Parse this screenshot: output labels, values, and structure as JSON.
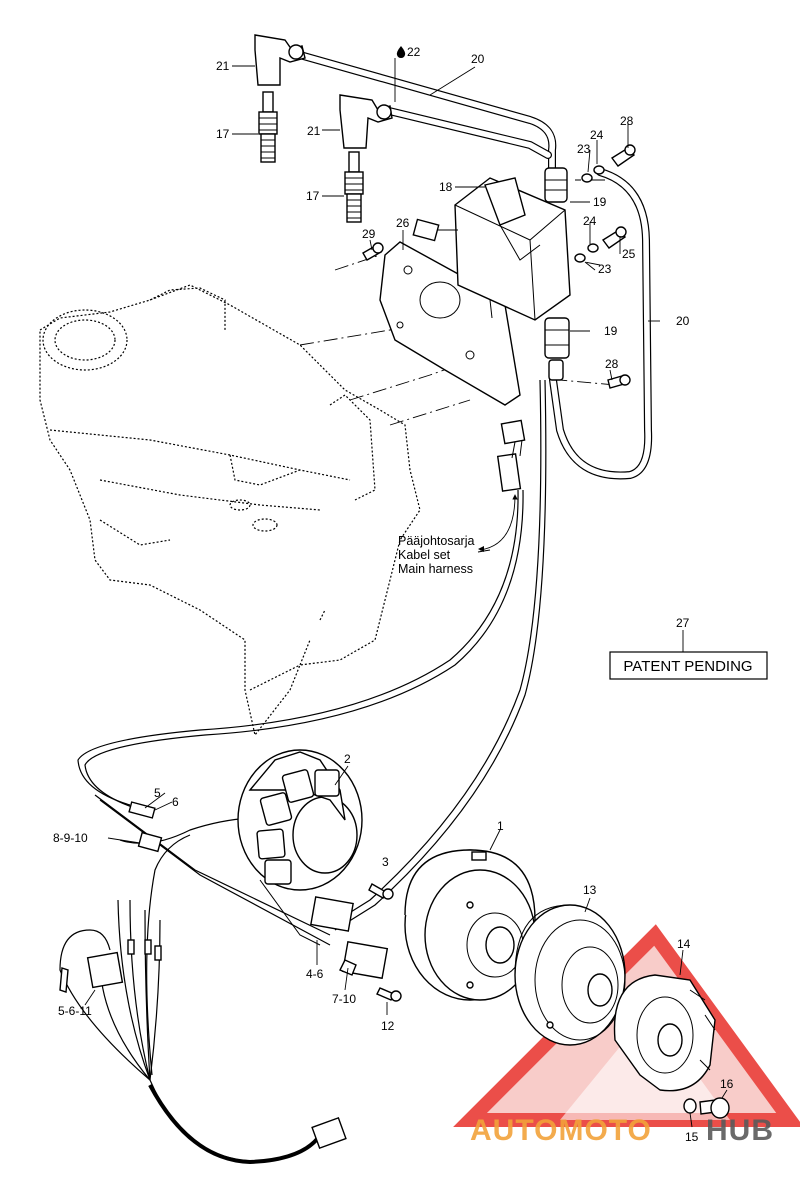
{
  "callouts": {
    "c1": "1",
    "c2": "2",
    "c3": "3",
    "c4_6": "4-6",
    "c5": "5",
    "c5_6_11": "5-6-11",
    "c6": "6",
    "c7_10": "7-10",
    "c8_9_10": "8-9-10",
    "c12": "12",
    "c13": "13",
    "c14": "14",
    "c15": "15",
    "c16": "16",
    "c17a": "17",
    "c17b": "17",
    "c18": "18",
    "c19a": "19",
    "c19b": "19",
    "c20a": "20",
    "c20b": "20",
    "c21a": "21",
    "c21b": "21",
    "c22": "22",
    "c23a": "23",
    "c23b": "23",
    "c24a": "24",
    "c24b": "24",
    "c26": "26",
    "c27": "27",
    "c28a": "28",
    "c28b": "28",
    "c29": "29"
  },
  "harness_label": {
    "line1": "Pääjohtosarja",
    "line2": "Kabel set",
    "line3": "Main harness"
  },
  "patent_box": "PATENT PENDING",
  "watermark": {
    "part1": "AUTOMOTO",
    "part2": "HUB",
    "color_red": "#e8302a",
    "color_orange": "#f2a23a",
    "color_gray": "#5a5a5a"
  },
  "icons": {
    "drop": "oil-drop-icon"
  }
}
